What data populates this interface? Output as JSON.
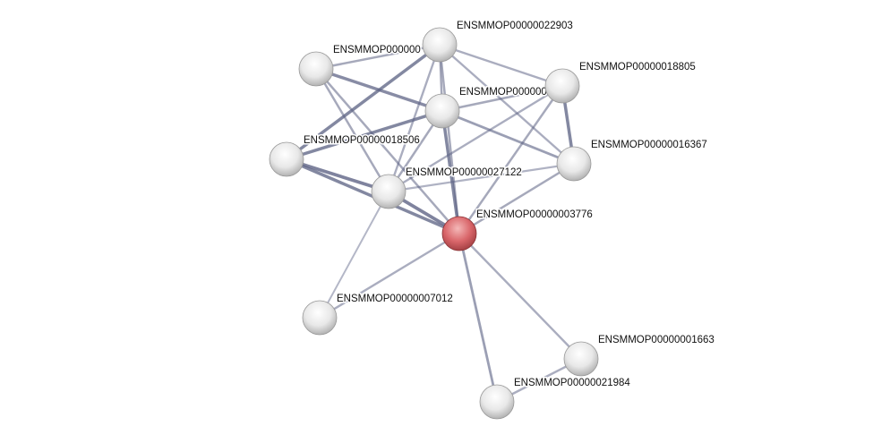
{
  "colors": {
    "node": "#e6e6e6",
    "query_node": "#d9666a",
    "edge": "#5c6284",
    "label_halo": "#ffffff"
  },
  "nodes": [
    {
      "id": "A",
      "label": "ENSMMOP000000",
      "query": false
    },
    {
      "id": "B",
      "label": "ENSMMOP00000022903",
      "query": false
    },
    {
      "id": "C",
      "label": "ENSMMOP00000018805",
      "query": false
    },
    {
      "id": "D",
      "label": "ENSMMOP000000",
      "query": false
    },
    {
      "id": "E",
      "label": "ENSMMOP00000018506",
      "query": false
    },
    {
      "id": "F",
      "label": "ENSMMOP00000016367",
      "query": false
    },
    {
      "id": "G",
      "label": "ENSMMOP00000027122",
      "query": false
    },
    {
      "id": "H",
      "label": "ENSMMOP00000003776",
      "query": true
    },
    {
      "id": "I",
      "label": "ENSMMOP00000007012",
      "query": false
    },
    {
      "id": "J",
      "label": "ENSMMOP00000001663",
      "query": false
    },
    {
      "id": "K",
      "label": "ENSMMOP00000021984",
      "query": false
    }
  ],
  "edges": [
    {
      "from": "A",
      "to": "B",
      "score": 0.5
    },
    {
      "from": "A",
      "to": "D",
      "score": 0.8
    },
    {
      "from": "A",
      "to": "G",
      "score": 0.5
    },
    {
      "from": "A",
      "to": "H",
      "score": 0.5
    },
    {
      "from": "B",
      "to": "E",
      "score": 0.85
    },
    {
      "from": "B",
      "to": "D",
      "score": 0.5
    },
    {
      "from": "B",
      "to": "C",
      "score": 0.45
    },
    {
      "from": "B",
      "to": "G",
      "score": 0.45
    },
    {
      "from": "B",
      "to": "H",
      "score": 0.5
    },
    {
      "from": "B",
      "to": "F",
      "score": 0.45
    },
    {
      "from": "D",
      "to": "E",
      "score": 0.85
    },
    {
      "from": "D",
      "to": "G",
      "score": 0.5
    },
    {
      "from": "D",
      "to": "H",
      "score": 0.85
    },
    {
      "from": "D",
      "to": "C",
      "score": 0.5
    },
    {
      "from": "D",
      "to": "F",
      "score": 0.6
    },
    {
      "from": "C",
      "to": "F",
      "score": 0.85
    },
    {
      "from": "C",
      "to": "G",
      "score": 0.45
    },
    {
      "from": "C",
      "to": "H",
      "score": 0.5
    },
    {
      "from": "E",
      "to": "G",
      "score": 0.9
    },
    {
      "from": "E",
      "to": "H",
      "score": 0.85
    },
    {
      "from": "G",
      "to": "F",
      "score": 0.4
    },
    {
      "from": "G",
      "to": "H",
      "score": 0.9
    },
    {
      "from": "G",
      "to": "I",
      "score": 0.35
    },
    {
      "from": "H",
      "to": "I",
      "score": 0.45
    },
    {
      "from": "H",
      "to": "F",
      "score": 0.5
    },
    {
      "from": "H",
      "to": "J",
      "score": 0.45
    },
    {
      "from": "H",
      "to": "K",
      "score": 0.6
    },
    {
      "from": "J",
      "to": "K",
      "score": 0.45
    }
  ]
}
